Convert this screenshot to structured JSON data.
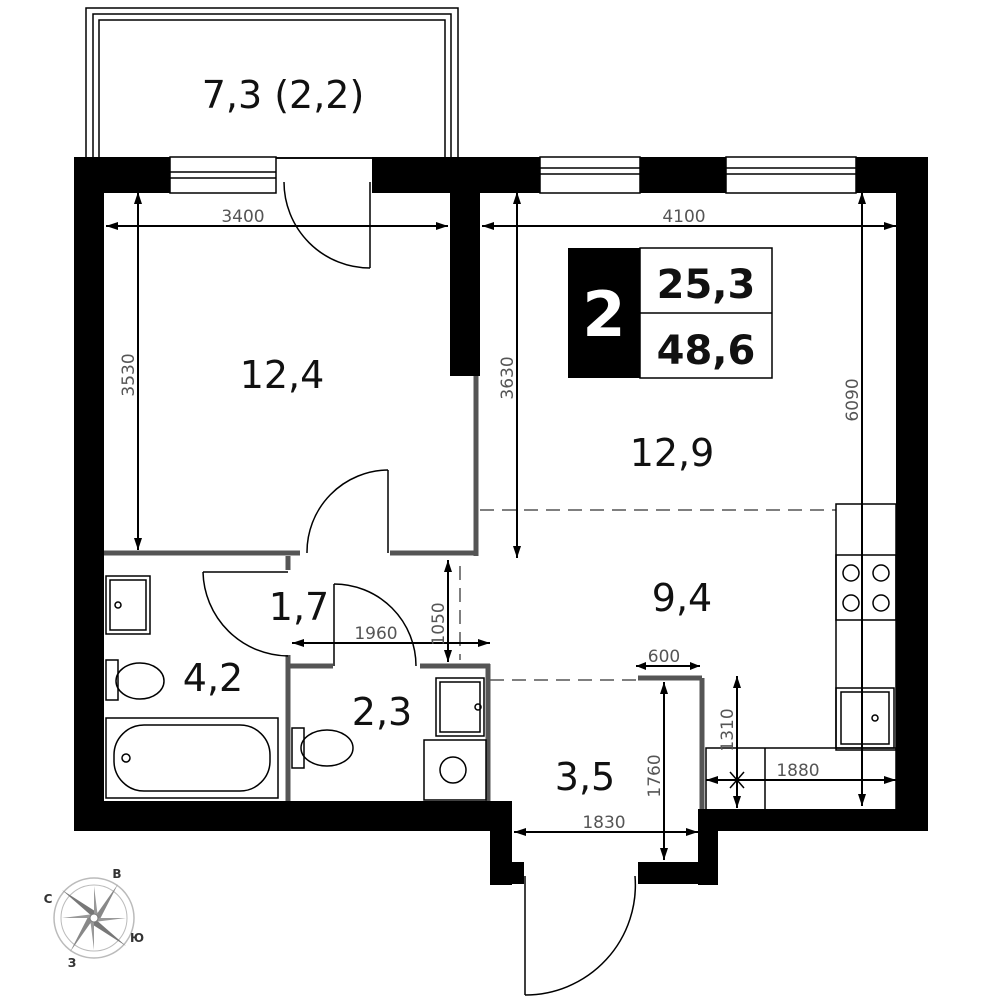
{
  "apartment": {
    "rooms_count": "2",
    "living_area": "25,3",
    "total_area": "48,6"
  },
  "rooms": {
    "balcony": "7,3 (2,2)",
    "bedroom": "12,4",
    "living": "12,9",
    "kitchen": "9,4",
    "hall": "1,7",
    "bathroom": "4,2",
    "wc": "2,3",
    "entry": "3,5"
  },
  "dimensions": {
    "bedroom_width": "3400",
    "bedroom_depth": "3530",
    "living_width": "4100",
    "living_depth": "3630",
    "total_depth": "6090",
    "hall_width": "1960",
    "hall_depth": "1050",
    "niche_width": "600",
    "entry_depth": "1760",
    "entry_width": "1830",
    "duct_depth": "1310",
    "duct_width": "1880"
  },
  "compass": {
    "north_label": "С",
    "east_label": "В",
    "south_label": "Ю",
    "west_label": "З"
  }
}
